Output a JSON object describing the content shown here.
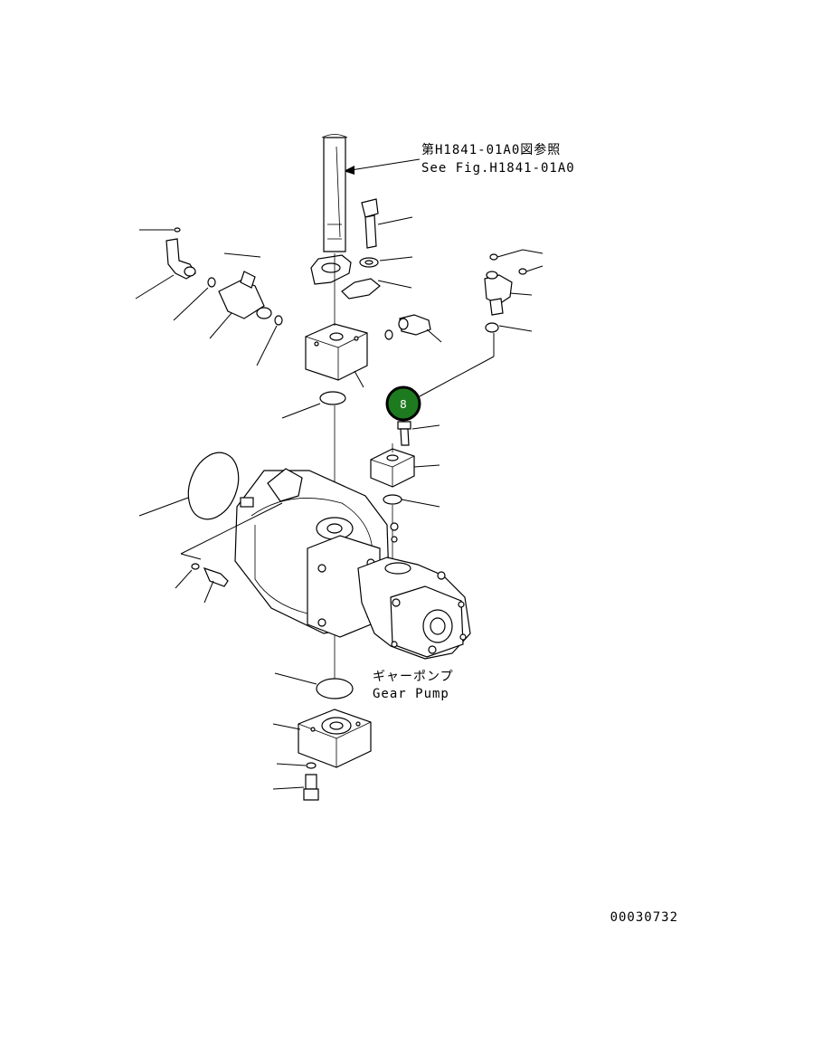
{
  "reference_note": {
    "line1": "第H1841-01A0図参照",
    "line2": "See Fig.H1841-01A0"
  },
  "part_label": {
    "line1": "ギャーポンプ",
    "line2": "Gear Pump"
  },
  "callout_marker": {
    "number": "8",
    "color": "#1e7a1e"
  },
  "drawing_number": "00030732"
}
